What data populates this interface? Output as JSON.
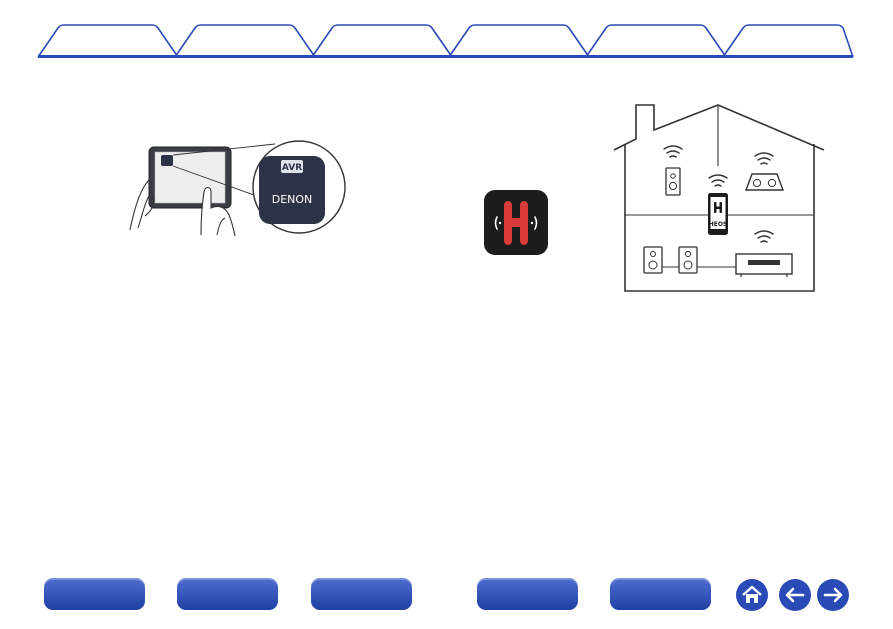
{
  "tabs": [
    "",
    "",
    "",
    "",
    "",
    ""
  ],
  "illustrations": {
    "tablet_app": {
      "icon_label_top": "AVR",
      "icon_label_brand": "DENON"
    },
    "heos_app_icon": {},
    "house_diagram": {
      "device_label": "HEOS"
    }
  },
  "bottom_nav": {
    "buttons": [
      "",
      "",
      "",
      "",
      ""
    ],
    "icons": [
      "home-icon",
      "back-arrow-icon",
      "forward-arrow-icon"
    ]
  },
  "colors": {
    "accent": "#2a4bb5",
    "heos_red": "#d93a3a"
  }
}
